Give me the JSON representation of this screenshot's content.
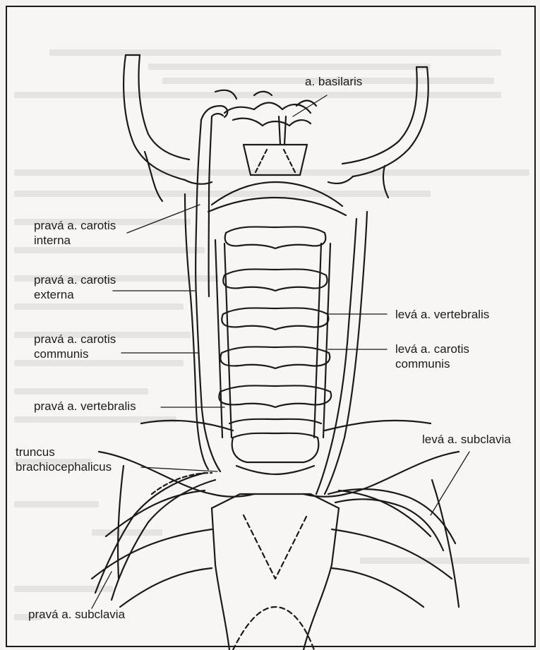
{
  "diagram": {
    "labels": {
      "basilaris": "a. basilaris",
      "carotis_interna": "pravá a. carotis\ninterna",
      "carotis_externa": "pravá a. carotis\nexterna",
      "carotis_communis_right": "pravá a. carotis\ncommunis",
      "vertebralis_right": "pravá a. vertebralis",
      "truncus": "truncus\nbrachiocephalicus",
      "subclavia_right": "pravá a. subclavia",
      "vertebralis_left": "levá a. vertebralis",
      "carotis_communis_left": "levá a. carotis\ncommunis",
      "subclavia_left": "levá a. subclavia"
    },
    "colors": {
      "ink": "#1b1b1b",
      "paper": "#f7f6f4",
      "frame": "#1a1a1a"
    }
  }
}
